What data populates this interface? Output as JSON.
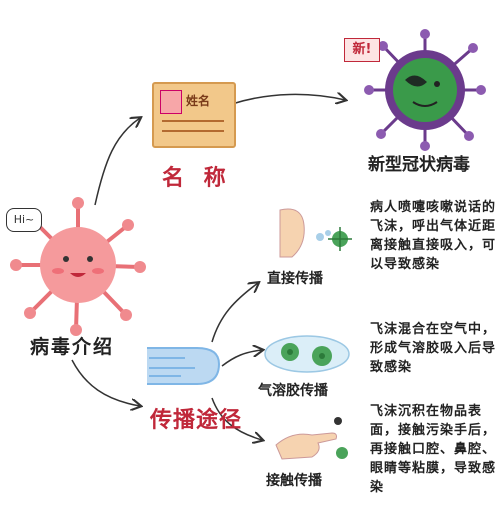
{
  "center": {
    "label": "病毒介绍",
    "hi_bubble": "Hi~"
  },
  "name_branch": {
    "label": "名 称",
    "card_text": "姓名",
    "virus_flag": "新!",
    "virus_name": "新型冠状病毒"
  },
  "route_branch": {
    "label": "传播途径",
    "routes": [
      {
        "name": "直接传播",
        "desc": "病人喷嚏咳嗽说话的飞沫，呼出气体近距离接触直接吸入，可以导致感染"
      },
      {
        "name": "气溶胶传播",
        "desc": "飞沫混合在空气中，形成气溶胶吸入后导致感染"
      },
      {
        "name": "接触传播",
        "desc": "飞沫沉积在物品表面，接触污染手后，再接触口腔、鼻腔、眼睛等粘膜，导致感染"
      }
    ]
  },
  "colors": {
    "accent_red": "#c0283a",
    "virus_pink": "#f08a8e",
    "corona_purple": "#6b3b8c",
    "corona_green": "#3a9a4a",
    "wind_blue": "#7fb6e6",
    "card_orange": "#f2c88a"
  }
}
